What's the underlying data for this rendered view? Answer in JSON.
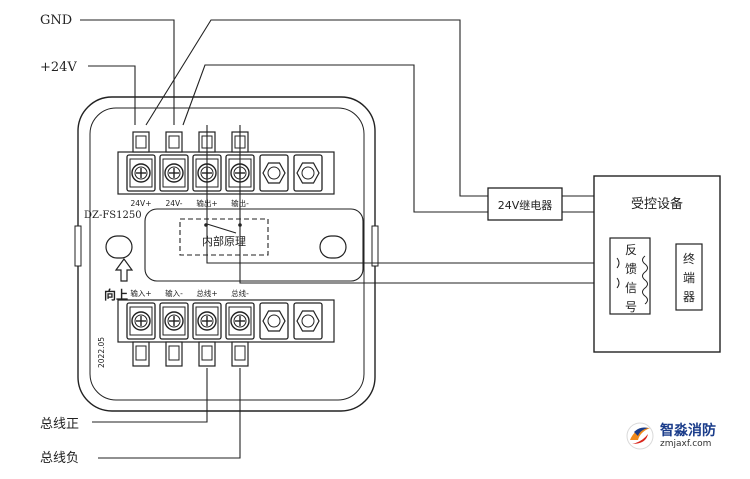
{
  "labels": {
    "gnd": "GND",
    "v24": "+24V",
    "bus_positive": "总线正",
    "bus_negative": "总线负",
    "model": "DZ-FS1250",
    "internal": "内部原理",
    "up": "向上",
    "date_code": "2022.05",
    "relay": "24V继电器",
    "controlled_device": "受控设备",
    "feedback_chars": [
      "反",
      "馈",
      "信",
      "号"
    ],
    "terminal_chars": [
      "终",
      "端",
      "器"
    ]
  },
  "terminals_top": [
    "24V+",
    "24V-",
    "输出+",
    "输出-"
  ],
  "terminals_bottom": [
    "输入+",
    "输入-",
    "总线+",
    "总线-"
  ],
  "logo": {
    "name": "智淼消防",
    "url": "zmjaxf.com"
  },
  "colors": {
    "line": "#222222",
    "logo_blue": "#1a3c8a",
    "logo_orange": "#f08a1c",
    "logo_red": "#d9261c"
  }
}
